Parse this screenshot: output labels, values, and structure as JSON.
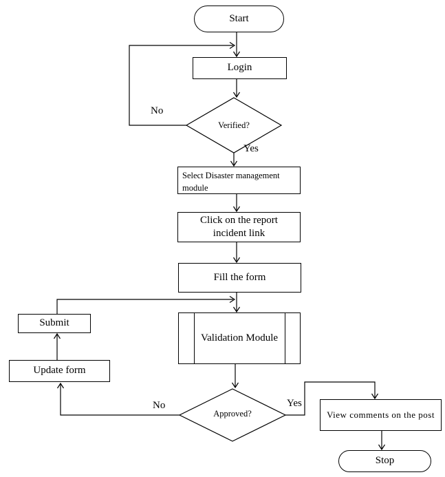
{
  "flowchart": {
    "nodes": {
      "start": {
        "label": "Start",
        "type": "terminator"
      },
      "login": {
        "label": "Login",
        "type": "process"
      },
      "verified": {
        "label": "Verified?",
        "type": "decision"
      },
      "select_module": {
        "label": "Select Disaster management module",
        "type": "process"
      },
      "click_report": {
        "label": "Click on the report incident link",
        "type": "process"
      },
      "fill_form": {
        "label": "Fill the form",
        "type": "process"
      },
      "validation": {
        "label": "Validation Module",
        "type": "predefined_process"
      },
      "submit": {
        "label": "Submit",
        "type": "process"
      },
      "update_form": {
        "label": "Update form",
        "type": "process"
      },
      "approved": {
        "label": "Approved?",
        "type": "decision"
      },
      "view_comments": {
        "label": "View comments on the post",
        "type": "process"
      },
      "stop": {
        "label": "Stop",
        "type": "terminator"
      }
    },
    "edge_labels": {
      "verified_no": "No",
      "verified_yes": "Yes",
      "approved_no": "No",
      "approved_yes": "Yes"
    },
    "colors": {
      "stroke": "#000000",
      "background": "#ffffff",
      "text": "#000000"
    }
  }
}
